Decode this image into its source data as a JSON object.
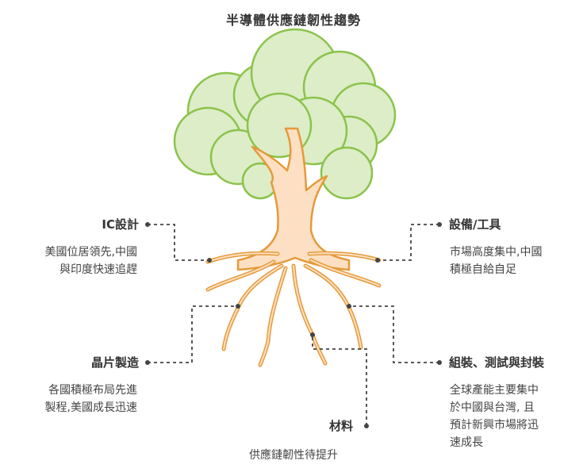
{
  "title": "半導體供應鏈韌性趨勢",
  "colors": {
    "leaf_fill": "#dcedc8",
    "leaf_stroke": "#8bc34a",
    "trunk_fill": "#fde0c3",
    "trunk_stroke": "#e59a3a",
    "connector": "#444444"
  },
  "nodes": {
    "ic_design": {
      "label": "IC設計",
      "desc_lines": [
        "美國位居領先,中國",
        "與印度快速追趕"
      ]
    },
    "equipment": {
      "label": "設備/工具",
      "desc_lines": [
        "市場高度集中,中國",
        "積極自給自足"
      ]
    },
    "wafer": {
      "label": "晶片製造",
      "desc_lines": [
        "各國積極布局先進",
        "製程,美國成長迅速"
      ]
    },
    "assembly": {
      "label": "組裝、測試與封裝",
      "desc_lines": [
        "全球產能主要集中",
        "於中國與台灣, 且",
        "預計新興市場將迅",
        "速成長"
      ]
    },
    "materials": {
      "label": "材料",
      "desc_lines": [
        "供應鏈韌性待提升"
      ]
    }
  }
}
